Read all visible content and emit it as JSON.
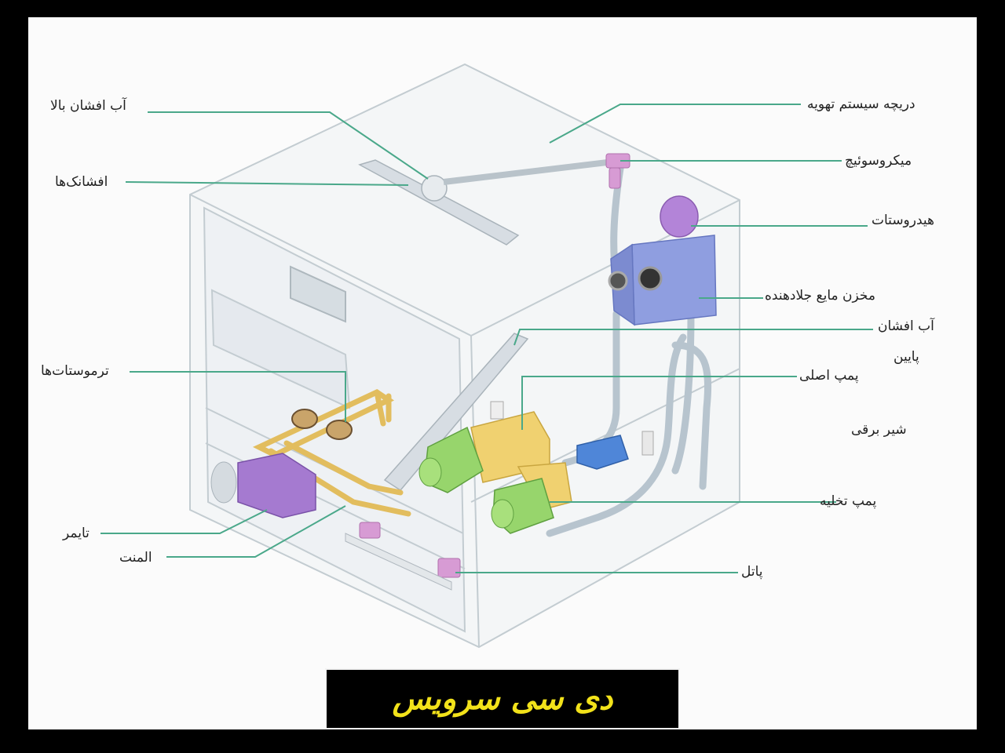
{
  "colors": {
    "leader": "#4aa88a",
    "frame": "#b8c2c8",
    "pink": "#c97fc7",
    "purple": "#9a6cc8",
    "blue": "#7f8fd6",
    "yellow": "#efd36a",
    "green": "#8ed06a",
    "brass": "#e0b85a",
    "brand_text": "#f2e21a"
  },
  "labels": {
    "upper_spray": "آب افشان بالا",
    "nozzles": "افشانک‌ها",
    "thermostats": "ترموستات‌ها",
    "timer": "تایمر",
    "element": "المنت",
    "vent_flap": "دریچه سیستم تهویه",
    "micro_switch": "میکروسوئیچ",
    "hydrostat": "هیدروستات",
    "detergent_tank": "مخزن مایع جلادهنده",
    "lower_spray_line1": "آب افشان",
    "lower_spray_line2": "پایین",
    "main_pump": "پمپ اصلی",
    "solenoid_valve": "شیر برقی",
    "drain_pump": "پمپ تخلیه",
    "float": "پاتل"
  },
  "brand": {
    "text": "دی سی سرویس"
  }
}
